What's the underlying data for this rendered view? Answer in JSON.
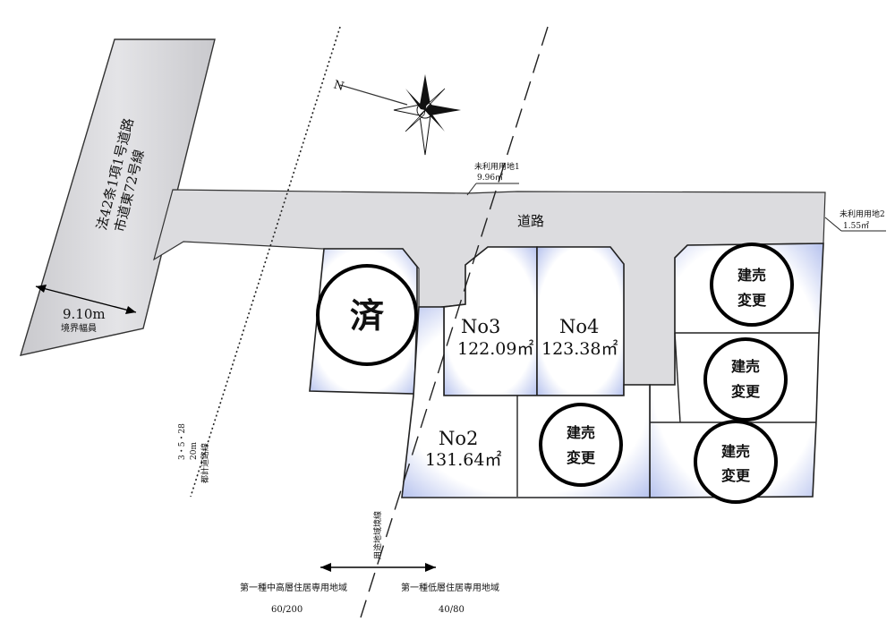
{
  "roads": {
    "main_road_label": "道路",
    "side_road_name_line1": "法42条1項1号道路",
    "side_road_name_line2": "市道東72号線",
    "side_road_width": "9.10m",
    "side_road_width_note": "境界幅員"
  },
  "unused_lands": [
    {
      "name": "未利用用地1",
      "area": "9.96㎡"
    },
    {
      "name": "未利用用地2",
      "area": "1.55㎡"
    }
  ],
  "lots": [
    {
      "name": "No3",
      "area": "122.09㎡"
    },
    {
      "name": "No4",
      "area": "123.38㎡"
    },
    {
      "name": "No2",
      "area": "131.64㎡"
    }
  ],
  "marks": {
    "sold": "済",
    "built_line1": "建売",
    "built_line2": "変更"
  },
  "city_plan_road": {
    "line1": "3・5・28",
    "line2": "20m",
    "line3": "都計道路線"
  },
  "zone_boundary_label": "用途地域境線",
  "zones": [
    {
      "name": "第一種中高層住居専用地域",
      "ratio": "60/200"
    },
    {
      "name": "第一種低層住居専用地域",
      "ratio": "40/80"
    }
  ],
  "colors": {
    "road_fill": "#dcdcdf",
    "lot_edge_glow": "#b7c3ee",
    "mark_stroke": "#000000"
  }
}
